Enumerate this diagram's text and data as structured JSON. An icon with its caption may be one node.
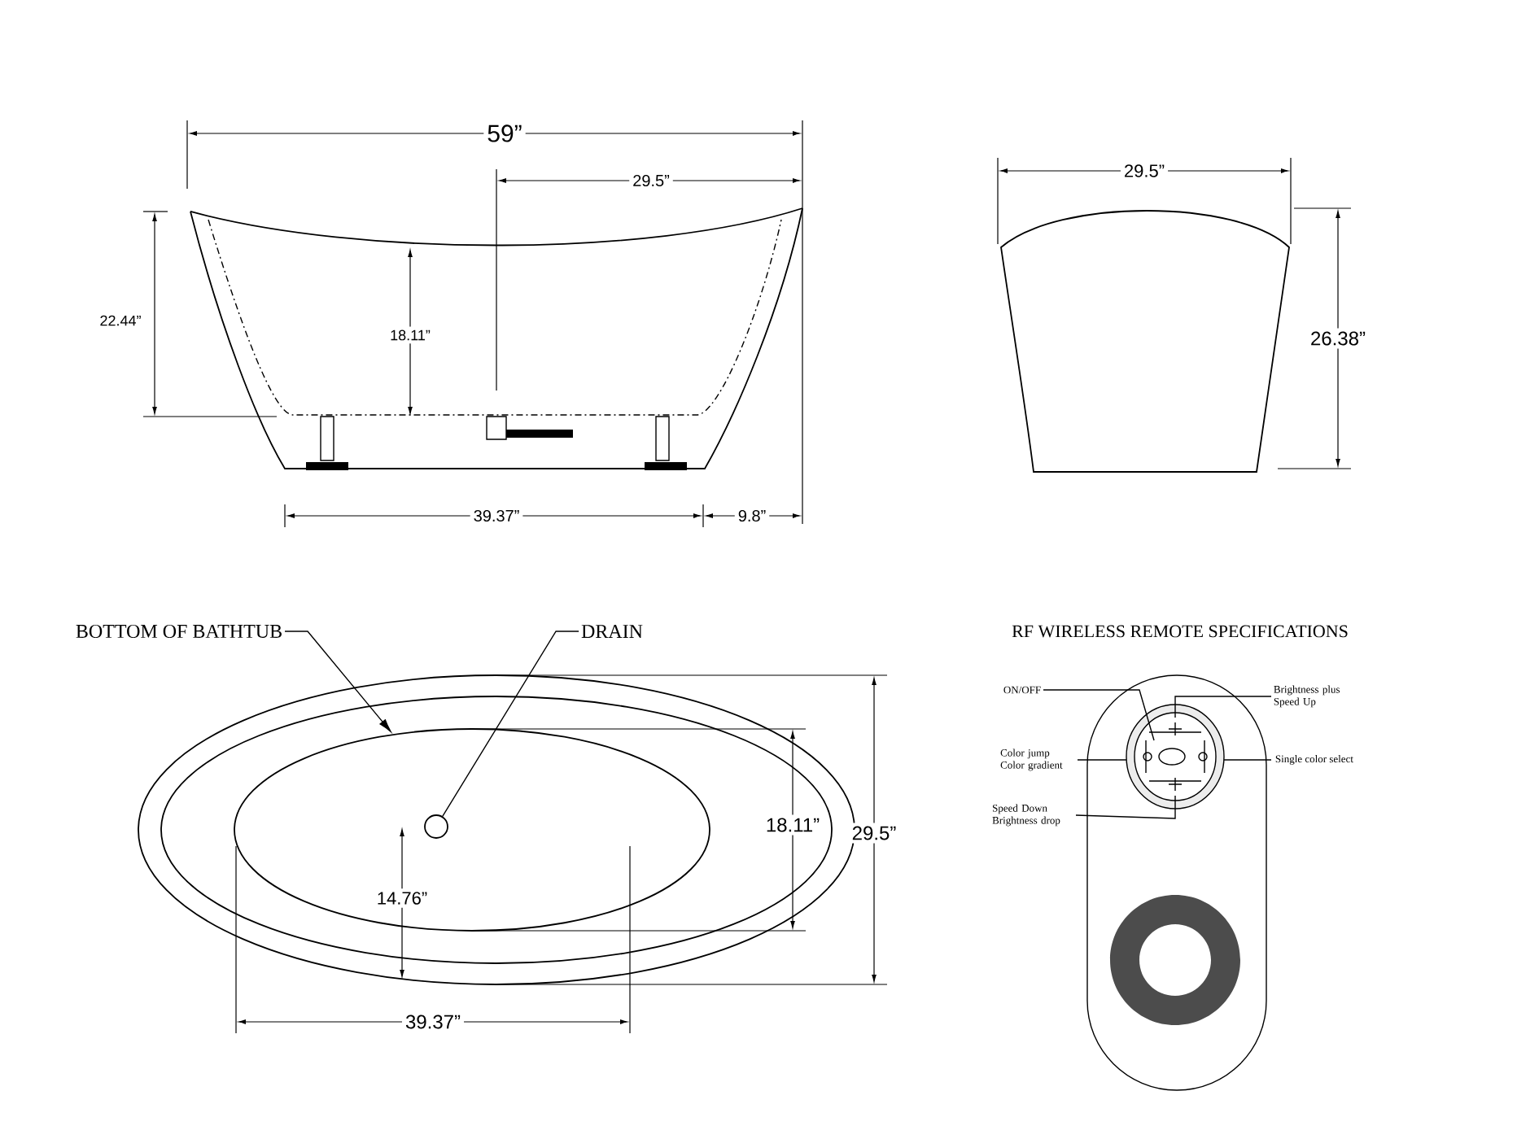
{
  "diagram": {
    "nodes": [
      {
        "text": [
          "BOTTOM OF BATHTUB"
        ]
      },
      {
        "text": [
          "DRAIN"
        ]
      },
      {
        "text": [],
        "shape": "ellipse"
      },
      {
        "text": [],
        "shape": "circle",
        "in": 2
      },
      {
        "text": [
          "ON/OFF"
        ]
      },
      {
        "text": [
          "Brightness plus Speed Up"
        ]
      },
      {
        "text": [
          "Color jump Color gradient"
        ]
      },
      {
        "text": [
          "Single color select"
        ]
      },
      {
        "text": [
          "Speed Down Brightness drop"
        ]
      }
    ],
    "edges": [
      {
        "from": 0,
        "to": 2,
        "arrow": "to"
      },
      {
        "from": 1,
        "to": 3,
        "arrow": "none"
      },
      {
        "from": 4,
        "to": null,
        "arrow": "none"
      },
      {
        "from": 5,
        "to": null,
        "arrow": "none"
      },
      {
        "from": 6,
        "to": null,
        "arrow": "none"
      },
      {
        "from": 7,
        "to": null,
        "arrow": "none"
      },
      {
        "from": 8,
        "to": null,
        "arrow": "none"
      }
    ],
    "labels": [
      "59”",
      "29.5”",
      "22.44”",
      "18.11”",
      "39.37”",
      "9.8”",
      "29.5”",
      "26.38”",
      "RF WIRELESS REMOTE SPECIFICATIONS",
      "18.11”",
      "29.5”",
      "14.76”",
      "39.37”"
    ]
  }
}
